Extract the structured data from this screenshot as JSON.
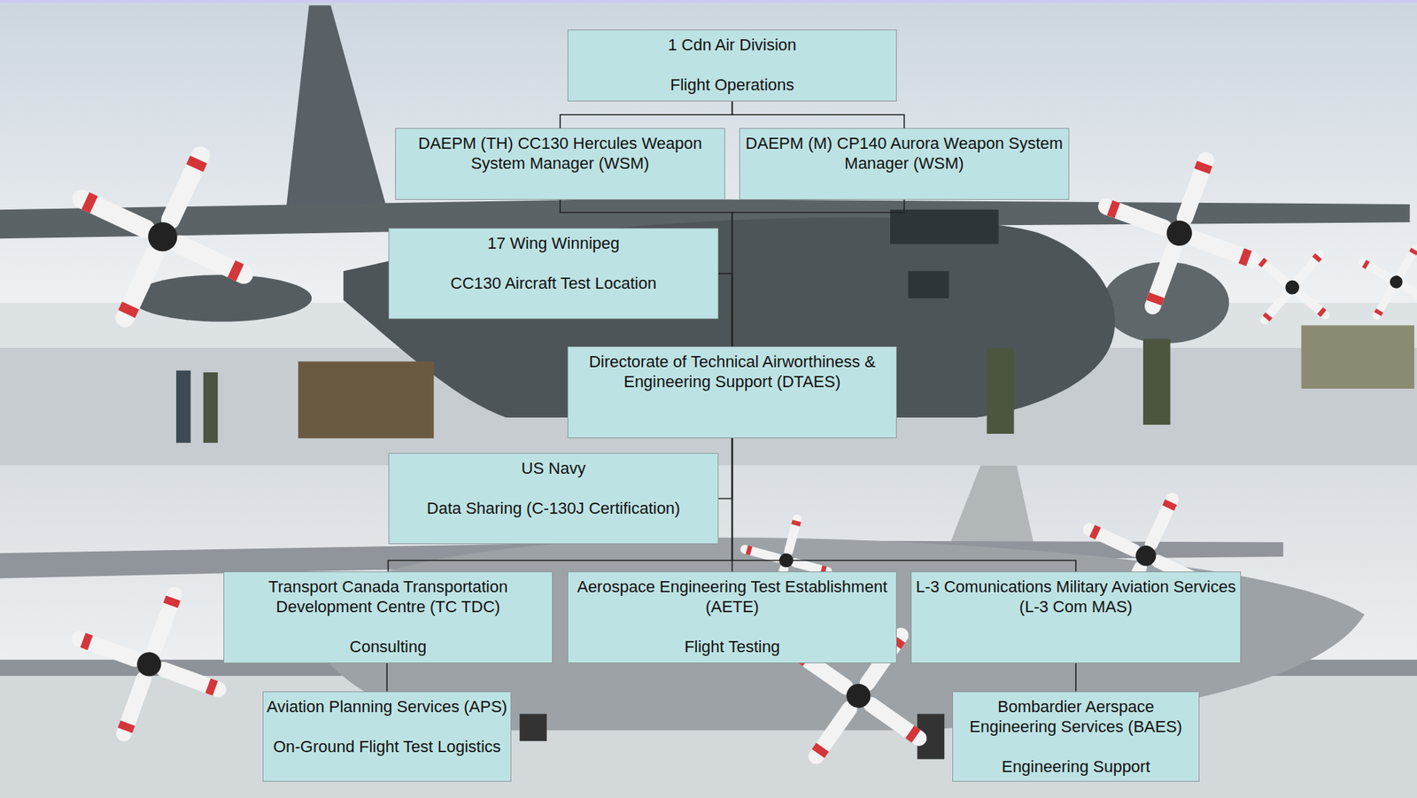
{
  "diagram": {
    "nodes": [
      {
        "text": [
          "1 Cdn Air Division",
          "Flight Operations"
        ]
      },
      {
        "text": [
          "DAEPM (TH) CC130 Hercules Weapon System Manager (WSM)"
        ]
      },
      {
        "text": [
          "DAEPM (M) CP140 Aurora Weapon System Manager (WSM)"
        ]
      },
      {
        "text": [
          "17 Wing Winnipeg",
          "CC130 Aircraft Test Location"
        ]
      },
      {
        "text": [
          "Directorate of Technical Airworthiness & Engineering Support (DTAES)"
        ]
      },
      {
        "text": [
          "US Navy",
          "Data Sharing (C-130J Certification)"
        ]
      },
      {
        "text": [
          "Transport Canada Transportation Development Centre (TC TDC)",
          "Consulting"
        ]
      },
      {
        "text": [
          "Aerospace Engineering Test Establishment (AETE)",
          "Flight Testing"
        ]
      },
      {
        "text": [
          "L-3 Comunications Military Aviation Services (L-3 Com MAS)"
        ]
      },
      {
        "text": [
          "Aviation Planning Services (APS)",
          "On-Ground Flight Test Logistics"
        ]
      },
      {
        "text": [
          "Bombardier Aerspace Engineering Services (BAES)",
          "Engineering Support"
        ]
      }
    ],
    "edges": [
      {
        "from": 0,
        "to": 1,
        "arrow": "none"
      },
      {
        "from": 0,
        "to": 2,
        "arrow": "none"
      },
      {
        "from": 1,
        "to": 4,
        "arrow": "none"
      },
      {
        "from": 2,
        "to": 4,
        "arrow": "none"
      },
      {
        "from": 4,
        "to": 3,
        "arrow": "none"
      },
      {
        "from": 4,
        "to": 5,
        "arrow": "none"
      },
      {
        "from": 4,
        "to": 6,
        "arrow": "none"
      },
      {
        "from": 4,
        "to": 7,
        "arrow": "none"
      },
      {
        "from": 4,
        "to": 8,
        "arrow": "none"
      },
      {
        "from": 6,
        "to": 9,
        "arrow": "none"
      },
      {
        "from": 8,
        "to": 10,
        "arrow": "none"
      }
    ]
  }
}
